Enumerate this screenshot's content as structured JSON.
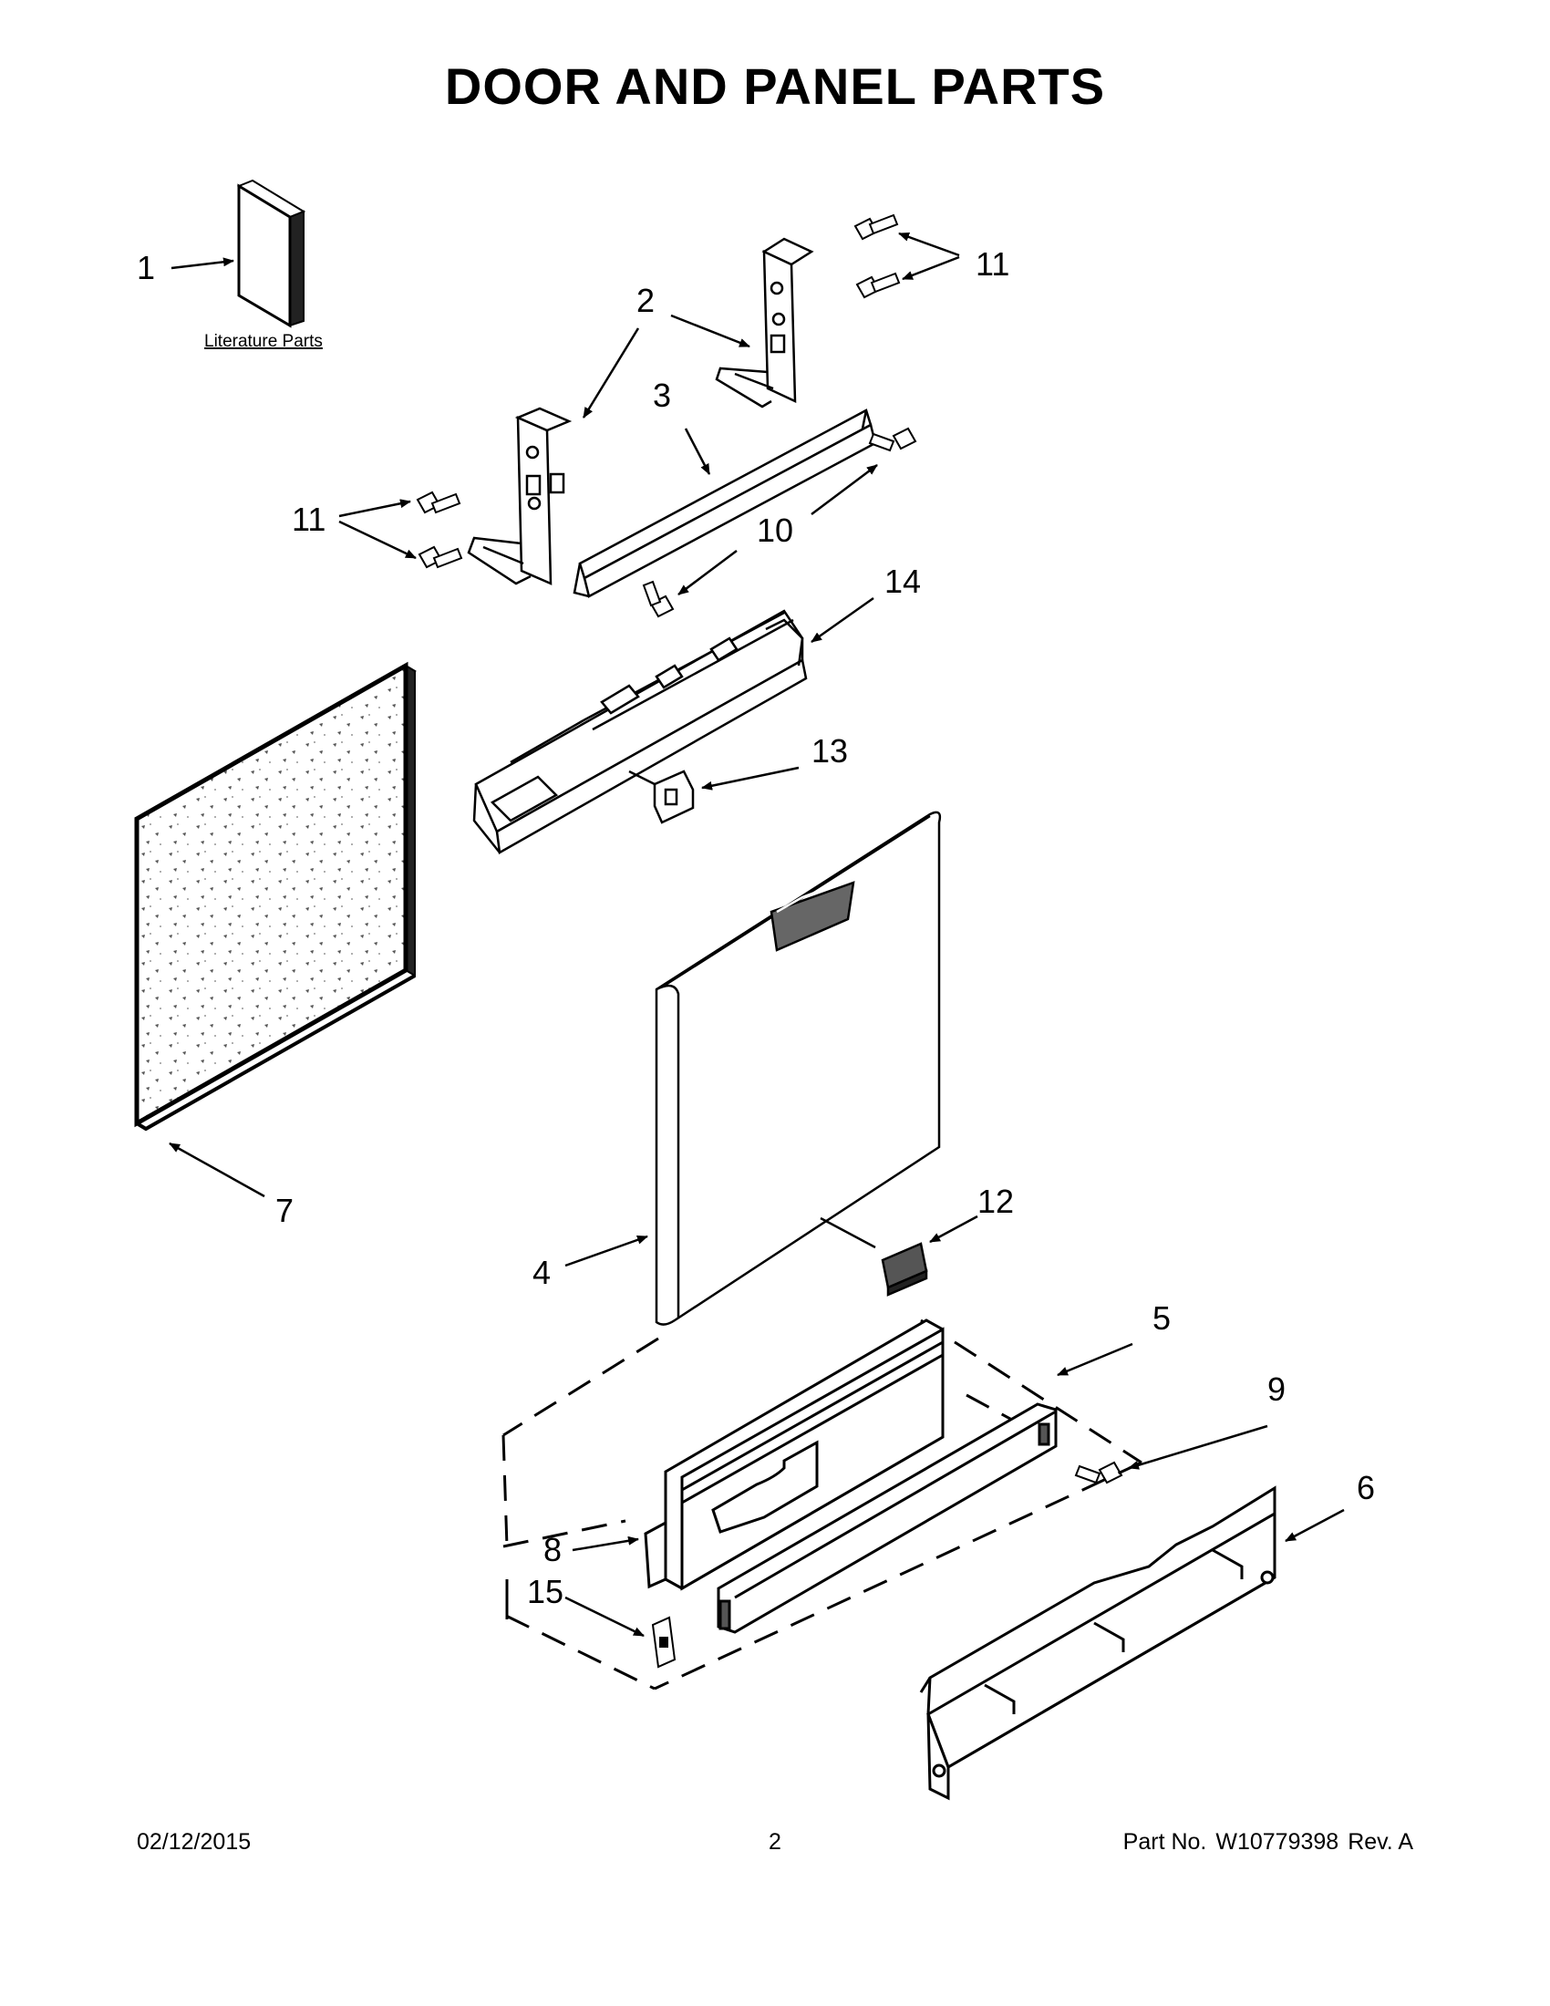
{
  "title": "DOOR AND PANEL PARTS",
  "literature_label": "Literature Parts",
  "callouts": {
    "c1": "1",
    "c2": "2",
    "c3": "3",
    "c4": "4",
    "c5": "5",
    "c6": "6",
    "c7": "7",
    "c8": "8",
    "c9": "9",
    "c10": "10",
    "c11a": "11",
    "c11b": "11",
    "c12": "12",
    "c13": "13",
    "c14": "14",
    "c15": "15"
  },
  "footer": {
    "date": "02/12/2015",
    "page": "2",
    "part_label": "Part No.",
    "part_number": "W10779398",
    "revision": "Rev. A"
  }
}
